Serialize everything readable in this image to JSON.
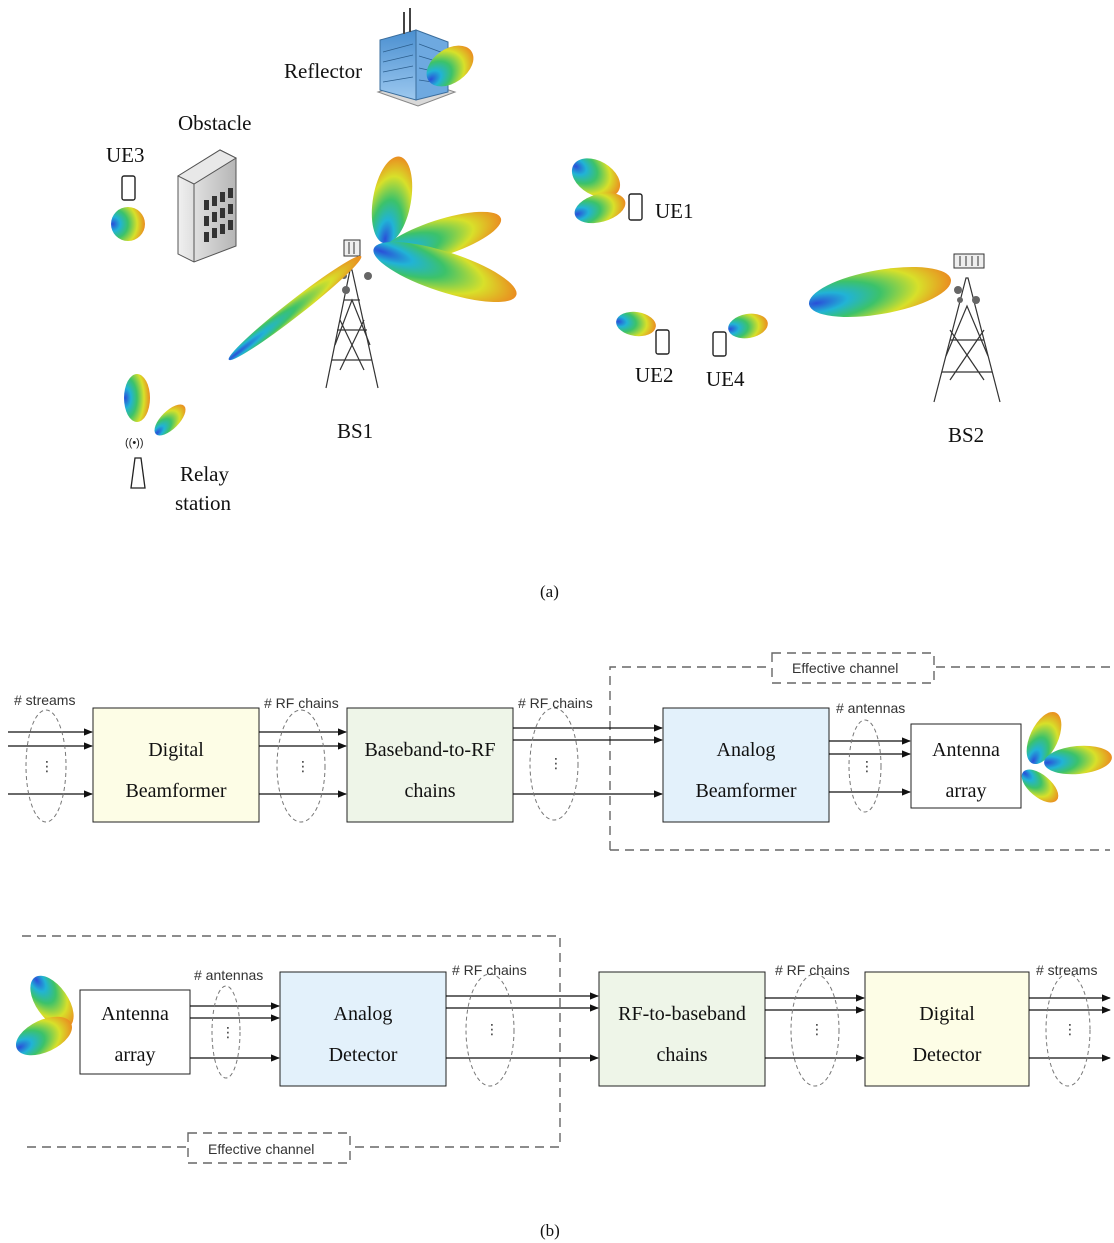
{
  "part_a": {
    "caption": "(a)",
    "labels": {
      "reflector": "Reflector",
      "obstacle": "Obstacle",
      "ue3": "UE3",
      "ue1": "UE1",
      "ue2": "UE2",
      "ue4": "UE4",
      "bs1": "BS1",
      "bs2": "BS2",
      "relay_line1": "Relay",
      "relay_line2": "station"
    }
  },
  "part_b": {
    "caption": "(b)",
    "transmitter": {
      "streams": "# streams",
      "rf_chains_1": "# RF chains",
      "rf_chains_2": "# RF chains",
      "antennas": "# antennas",
      "digital_beamformer": [
        "Digital",
        "Beamformer"
      ],
      "bb_to_rf": [
        "Baseband-to-RF",
        "chains"
      ],
      "analog_beamformer": [
        "Analog",
        "Beamformer"
      ],
      "antenna_array": [
        "Antenna",
        "array"
      ],
      "effective_channel": "Effective channel"
    },
    "receiver": {
      "antennas": "# antennas",
      "rf_chains_1": "# RF chains",
      "rf_chains_2": "# RF chains",
      "streams": "# streams",
      "antenna_array": [
        "Antenna",
        "array"
      ],
      "analog_detector": [
        "Analog",
        "Detector"
      ],
      "rf_to_bb": [
        "RF-to-baseband",
        "chains"
      ],
      "digital_detector": [
        "Digital",
        "Detector"
      ],
      "effective_channel": "Effective channel"
    },
    "dots": "⋮"
  },
  "colors": {
    "digital_block": "#fdfde6",
    "rf_block": "#eef5e8",
    "analog_block": "#e3f1fb",
    "antenna_block": "#ffffff",
    "beam_inner": "#2a5bd7",
    "beam_mid": "#3cc26a",
    "beam_outer": "#e8e02a",
    "beam_edge": "#ee8a1e"
  }
}
